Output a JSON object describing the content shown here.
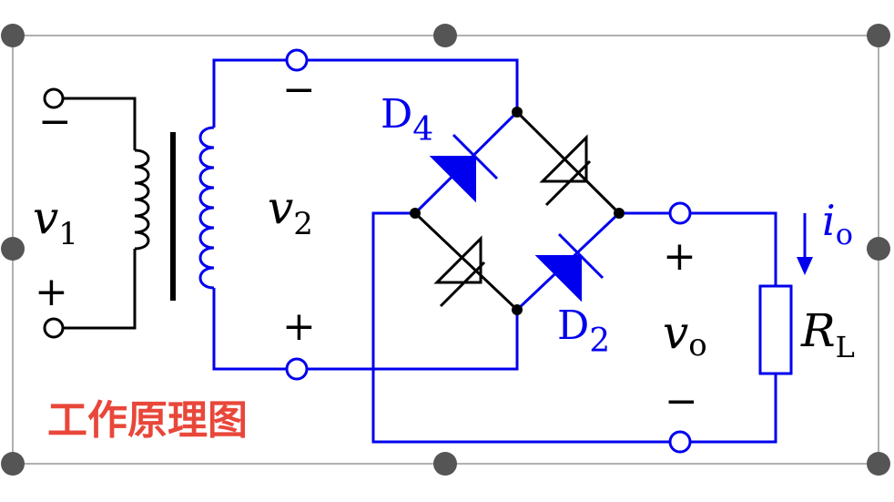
{
  "caption": "工作原理图",
  "labels": {
    "v1": "v",
    "v1_sub": "1",
    "v2": "v",
    "v2_sub": "2",
    "vo": "v",
    "vo_sub": "o",
    "d4": "D",
    "d4_sub": "4",
    "d2": "D",
    "d2_sub": "2",
    "rl": "R",
    "rl_sub": "L",
    "io": "i",
    "io_sub": "o"
  },
  "polarity": {
    "v1_top": "−",
    "v1_bottom": "+",
    "v2_top": "−",
    "v2_bottom": "+",
    "vo_top": "+",
    "vo_bottom": "−"
  },
  "colors": {
    "primary_wire": "#0000ee",
    "secondary_wire": "#000000",
    "caption": "#e8473a",
    "frame": "#b0b0b0",
    "handle": "#555555",
    "diode_blue": "#0000ee"
  }
}
